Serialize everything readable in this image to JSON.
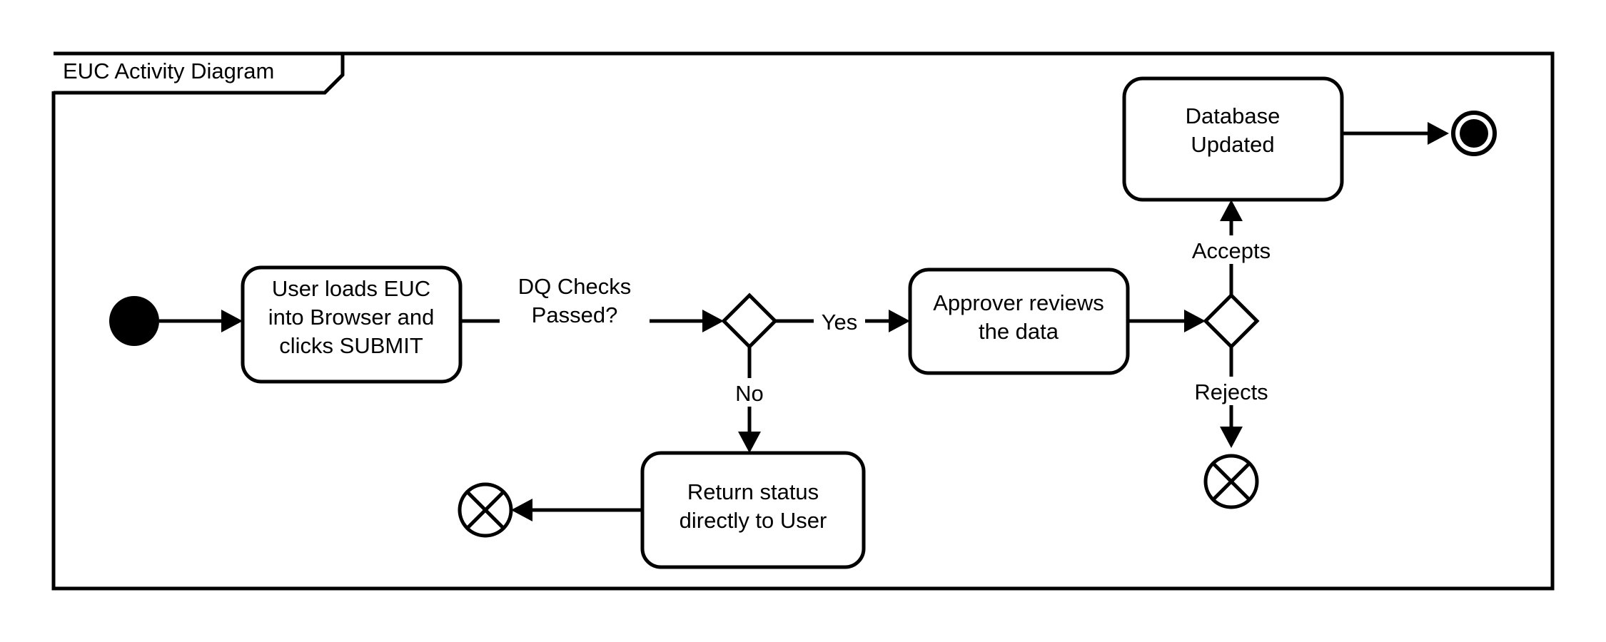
{
  "diagram": {
    "kind": "uml-activity-diagram",
    "frame_title": "EUC Activity Diagram",
    "background_color": "#ffffff",
    "line_color": "#000000",
    "nodes": [
      {
        "id": "start",
        "type": "initial-node",
        "label": ""
      },
      {
        "id": "load_euc",
        "type": "action",
        "label_lines": [
          "User loads EUC",
          "into Browser and",
          "clicks SUBMIT"
        ]
      },
      {
        "id": "dq_decision",
        "type": "decision",
        "label": ""
      },
      {
        "id": "approver_review",
        "type": "action",
        "label_lines": [
          "Approver reviews",
          "the data"
        ]
      },
      {
        "id": "approval_decision",
        "type": "decision",
        "label": ""
      },
      {
        "id": "database_updated",
        "type": "action",
        "label_lines": [
          "Database",
          "Updated"
        ]
      },
      {
        "id": "return_status",
        "type": "action",
        "label_lines": [
          "Return status",
          "directly to User"
        ]
      },
      {
        "id": "flow_final_left",
        "type": "flow-final-node",
        "label": ""
      },
      {
        "id": "flow_final_right",
        "type": "flow-final-node",
        "label": ""
      },
      {
        "id": "activity_final",
        "type": "activity-final-node",
        "label": ""
      }
    ],
    "edges": [
      {
        "from": "start",
        "to": "load_euc",
        "label": ""
      },
      {
        "from": "load_euc",
        "to": "dq_decision",
        "label": "DQ Checks Passed?",
        "label_lines": [
          "DQ Checks",
          "Passed?"
        ]
      },
      {
        "from": "dq_decision",
        "to": "approver_review",
        "label": "Yes"
      },
      {
        "from": "dq_decision",
        "to": "return_status",
        "label": "No"
      },
      {
        "from": "return_status",
        "to": "flow_final_left",
        "label": ""
      },
      {
        "from": "approver_review",
        "to": "approval_decision",
        "label": ""
      },
      {
        "from": "approval_decision",
        "to": "database_updated",
        "label": "Accepts"
      },
      {
        "from": "approval_decision",
        "to": "flow_final_right",
        "label": "Rejects"
      },
      {
        "from": "database_updated",
        "to": "activity_final",
        "label": ""
      }
    ],
    "labels": {
      "dq_checks_line1": "DQ Checks",
      "dq_checks_line2": "Passed?",
      "yes": "Yes",
      "no": "No",
      "accepts": "Accepts",
      "rejects": "Rejects"
    },
    "text": {
      "load_euc_l1": "User loads EUC",
      "load_euc_l2": "into Browser and",
      "load_euc_l3": "clicks SUBMIT",
      "approver_l1": "Approver reviews",
      "approver_l2": "the data",
      "database_l1": "Database",
      "database_l2": "Updated",
      "return_l1": "Return status",
      "return_l2": "directly to User"
    }
  }
}
